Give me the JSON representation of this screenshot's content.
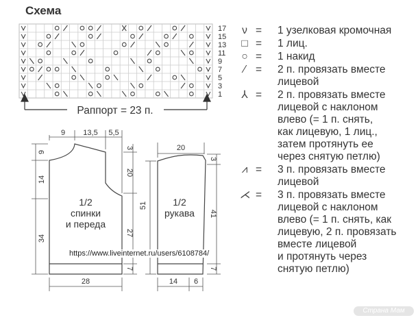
{
  "title": "Схема",
  "repeat_label": "Раппорт = 23 п.",
  "row_numbers": [
    "17",
    "15",
    "13",
    "11",
    "9",
    "7",
    "5",
    "3",
    "1"
  ],
  "legend": [
    {
      "icon": "selvedge-icon",
      "symbol": "ν",
      "eq": "=",
      "text": "1 узелковая кромочная"
    },
    {
      "icon": "knit-stitch-icon",
      "symbol": "□",
      "eq": "=",
      "text": "1 лиц."
    },
    {
      "icon": "yarn-over-icon",
      "symbol": "○",
      "eq": "=",
      "text": "1 накид"
    },
    {
      "icon": "k2tog-icon",
      "symbol": "⁄",
      "eq": "=",
      "text": "2 п. провязать вместе\nлицевой"
    },
    {
      "icon": "ssk-icon",
      "symbol": "⅄",
      "eq": "=",
      "text": "2 п. провязать вместе\nлицевой с наклоном\nвлево (= 1 п. снять,\nкак лицевую, 1 лиц.,\nзатем протянуть ее\nчерез снятую петлю)"
    },
    {
      "icon": "k3tog-icon",
      "symbol": "⩘",
      "eq": "=",
      "text": "3 п. провязать вместе\nлицевой"
    },
    {
      "icon": "sk2p-icon",
      "symbol": "⋌",
      "eq": "=",
      "text": "3 п. провязать вместе\nлицевой с наклоном\nвлево (= 1 п. снять, как\nлицевую, 2 п. провязать\nвместе лицевой\nи протянуть через\nснятую петлю)"
    }
  ],
  "body_piece": {
    "label_line1": "1/2",
    "label_line2": "спинки",
    "label_line3": "и переда",
    "top_dims": [
      "9",
      "13,5",
      "5,5"
    ],
    "left_dims": [
      "9",
      "14",
      "34"
    ],
    "right_dims": [
      "3",
      "20",
      "27",
      "7"
    ],
    "bottom_dim": "28"
  },
  "sleeve_piece": {
    "label_line1": "1/2",
    "label_line2": "рукава",
    "top_dim": "20",
    "left_dim": "51",
    "right_dims": [
      "3",
      "41",
      "7"
    ],
    "bottom_dims": [
      "14",
      "6"
    ]
  },
  "url": "https://www.liveinternet.ru/users/6108784/",
  "watermark": "Страна Мам"
}
